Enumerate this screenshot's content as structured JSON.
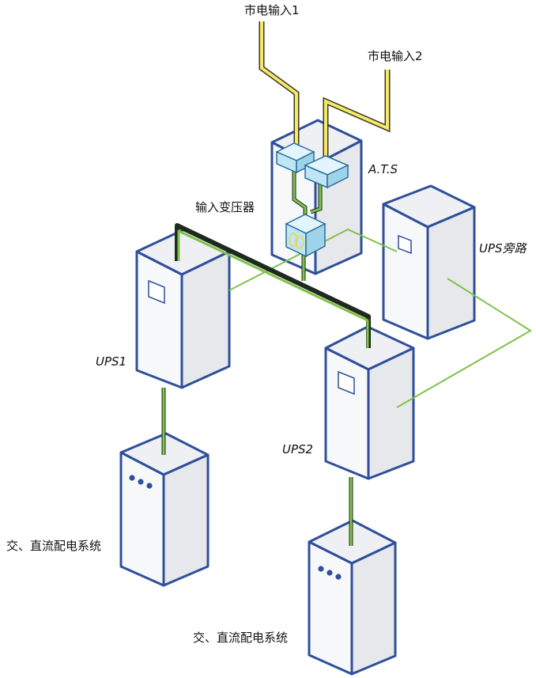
{
  "labels": {
    "mains_input_1": "市电输入1",
    "mains_input_2": "市电输入2",
    "ats": "A.T.S",
    "input_transformer": "输入变压器",
    "ups_bypass": "UPS旁路",
    "ups1": "UPS1",
    "ups2": "UPS2",
    "distribution_1": "交、直流配电系统",
    "distribution_2": "交、直流配电系统"
  },
  "colors": {
    "cabinet_border": "#2f4f9a",
    "cabinet_face": "#f7f8fa",
    "cabinet_side": "#e6e8ec",
    "cabinet_top": "#eef0f4",
    "wire_yellow": "#f5e86a",
    "wire_green": "#7fc24a",
    "wire_dark": "#1d2a1d",
    "switch_fill": "#bfe6f7",
    "switch_top": "#e2f4fc",
    "switch_side": "#9fd3ea",
    "transformer_coil": "#e8d85a"
  }
}
